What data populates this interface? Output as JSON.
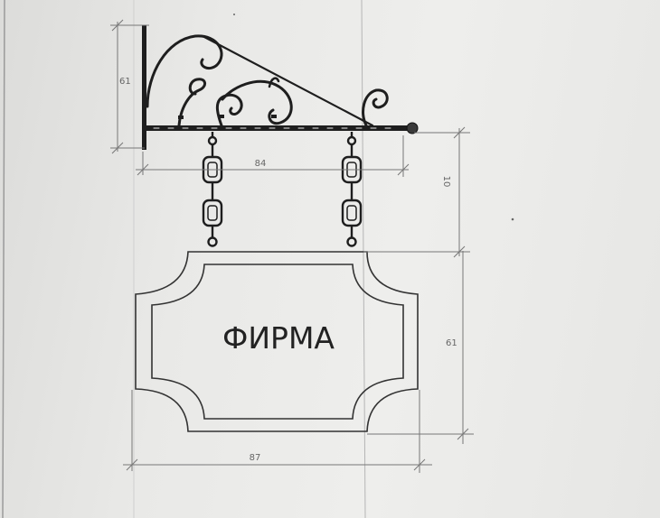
{
  "sign": {
    "text": "ФИРМА"
  },
  "dimensions": {
    "bracket_height": "61",
    "bracket_width": "84",
    "chain_length": "10",
    "sign_height": "61",
    "sign_width": "87"
  },
  "colors": {
    "ink": "#1e1e1e",
    "dim_line": "#777777",
    "paper": "#eceaea"
  }
}
